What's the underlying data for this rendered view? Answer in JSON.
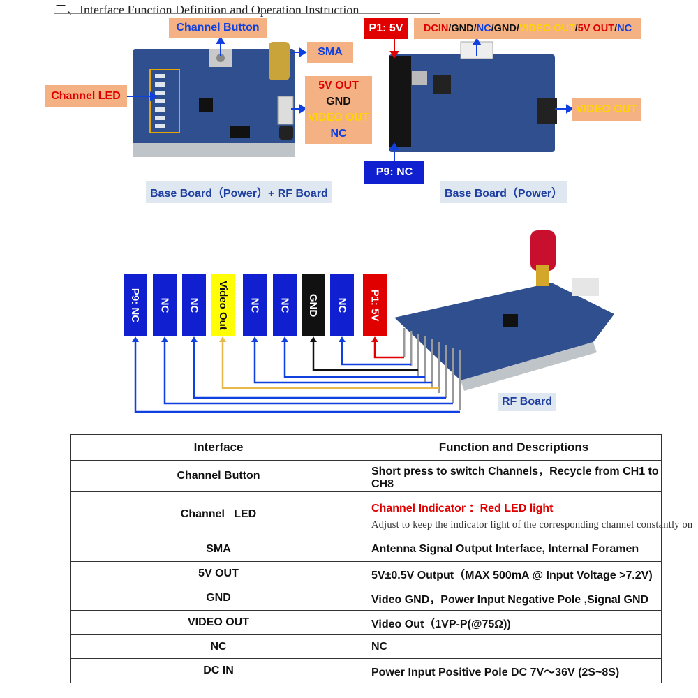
{
  "heading": "二、Interface Function Definition and Operation Instruction",
  "top_left": {
    "channel_button": "Channel Button",
    "sma": "SMA",
    "channel_led": "Channel LED",
    "right_labels": [
      "5V OUT",
      "GND",
      "VIDEO OUT",
      "NC"
    ],
    "caption": "Base Board（Power）+ RF Board"
  },
  "top_right": {
    "p1": "P1: 5V",
    "pinout": [
      "DCIN",
      "/",
      "GND",
      "/",
      "NC",
      "/",
      "GND",
      "/",
      "VIDEO OUT",
      "/",
      "5V OUT",
      "/",
      "NC"
    ],
    "video_out": "VIDEO OUT",
    "p9": "P9: NC",
    "caption": "Base Board（Power）"
  },
  "pins": [
    "P9: NC",
    "NC",
    "NC",
    "Video Out",
    "NC",
    "NC",
    "GND",
    "NC",
    "P1: 5V"
  ],
  "rf_caption": "RF Board",
  "table": {
    "headers": [
      "Interface",
      "Function and Descriptions"
    ],
    "rows": [
      {
        "iface": "Channel Button",
        "desc": "Short press to switch Channels，Recycle from CH1 to CH8"
      },
      {
        "iface": "Channel   LED",
        "desc": "Channel Indicator  ：Red LED light",
        "sub": "Adjust to keep the indicator light of the corresponding channel constantly on"
      },
      {
        "iface": "SMA",
        "desc": "Antenna Signal Output Interface, Internal Foramen"
      },
      {
        "iface": "5V OUT",
        "desc": "5V±0.5V Output（MAX 500mA @ Input Voltage >7.2V)"
      },
      {
        "iface": "GND",
        "desc": "Video GND，Power Input Negative Pole ,Signal GND"
      },
      {
        "iface": "VIDEO OUT",
        "desc": "Video Out（1VP-P(@75Ω))"
      },
      {
        "iface": "NC",
        "desc": "NC"
      },
      {
        "iface": "DC IN",
        "desc": "Power Input Positive Pole DC 7V～36V (2S~8S)"
      }
    ]
  },
  "colors": {
    "red": "#e00000",
    "blue": "#1020d0",
    "yellow": "#ffd400",
    "peach": "#f4b183",
    "caption_bg": "#dfe8f0",
    "caption_text": "#1f3fa0"
  }
}
